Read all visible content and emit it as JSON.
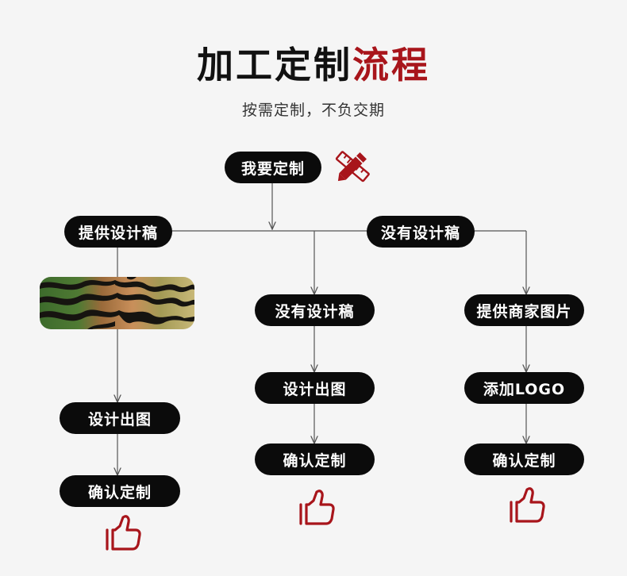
{
  "header": {
    "title_part1": "加工定制",
    "title_part2": "流程",
    "subtitle": "按需定制，不负交期"
  },
  "flow": {
    "start": "我要定制",
    "branch_left": "提供设计稿",
    "branch_right": "没有设计稿",
    "left_steps": [
      "设计出图",
      "确认定制"
    ],
    "middle_steps": [
      "没有设计稿",
      "设计出图",
      "确认定制"
    ],
    "right_steps": [
      "提供商家图片",
      "添加LOGO",
      "确认定制"
    ]
  },
  "colors": {
    "accent_red": "#a8151b",
    "pill_bg": "#0b0b0b",
    "background": "#f5f5f5"
  },
  "icons": [
    "pencil-ruler-icon",
    "thumbs-up-icon"
  ]
}
